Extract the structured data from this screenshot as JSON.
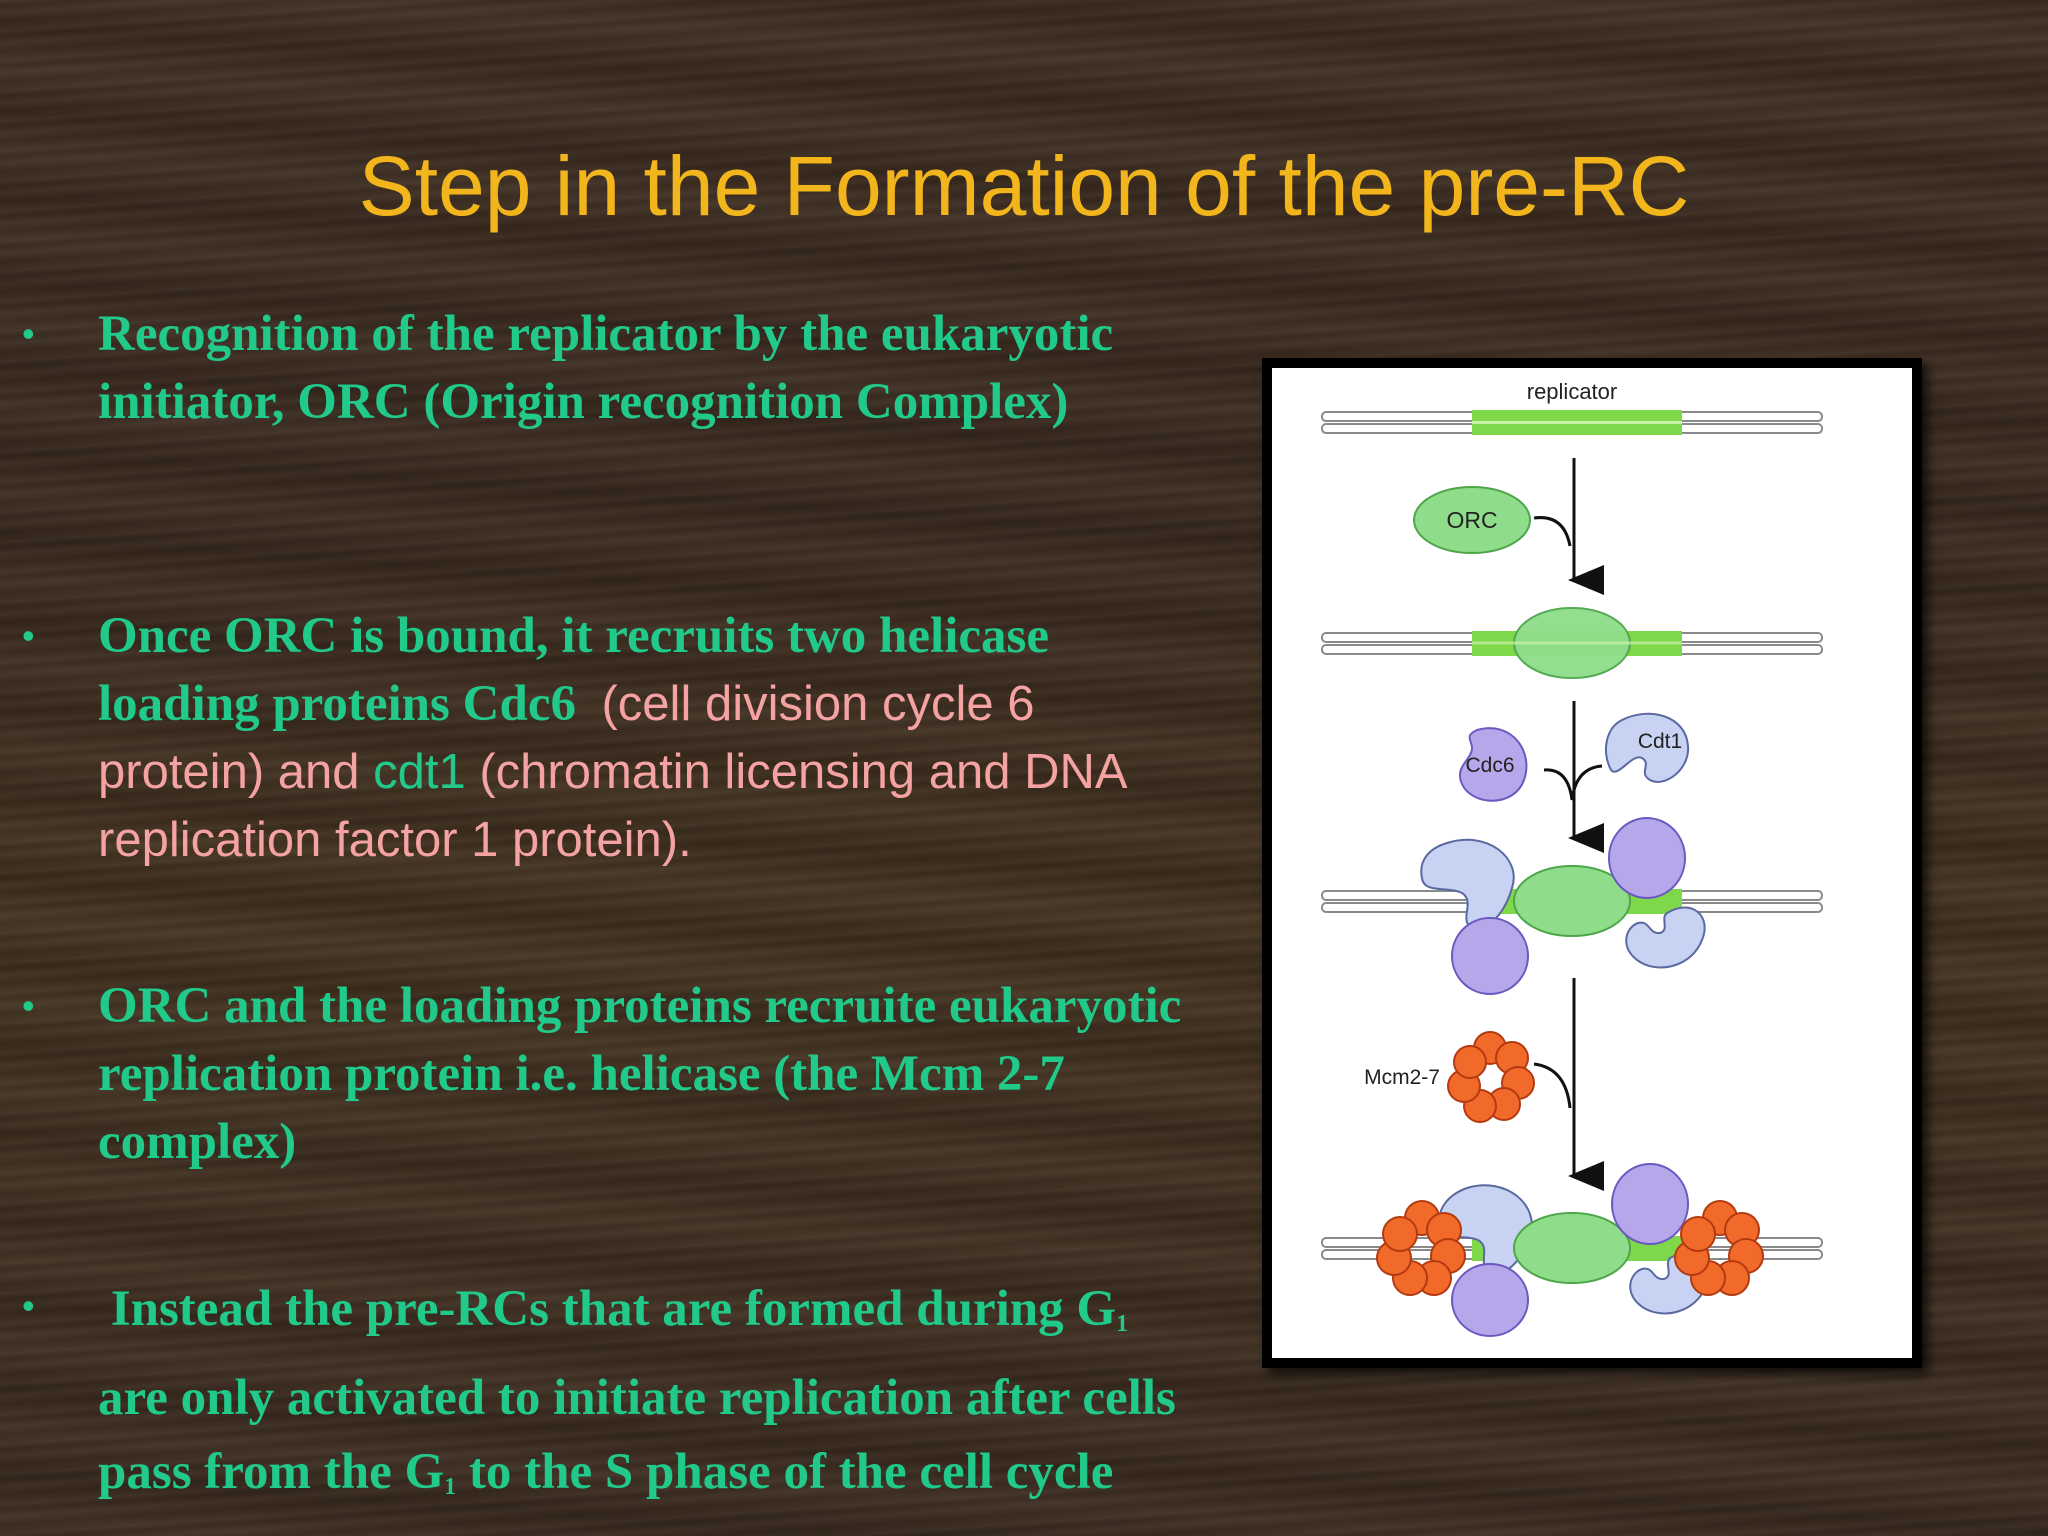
{
  "slide": {
    "title": "Step in the Formation of the pre-RC",
    "bullet_symbol": "•",
    "bullets": [
      {
        "text": "Recognition of the replicator by the eukaryotic initiator, ORC (Origin recognition Complex)"
      },
      {
        "bold_part": "Once ORC is bound, it recruits two helicase loading proteins Cdc6",
        "pink_part_1": "(cell division cycle 6 protein) and ",
        "green_part": "cdt1",
        "pink_part_2": " (chromatin licensing and DNA replication factor 1 protein)."
      },
      {
        "text": "ORC and the loading proteins recruite eukaryotic replication protein i.e. helicase (the Mcm 2-7 complex)"
      },
      {
        "part_1": "Instead the pre-RCs that are formed during G",
        "sub_1": "1",
        "part_2": " are only activated to initiate replication after cells pass from the G",
        "sub_2": "1",
        "part_3": " to the S phase of the cell cycle"
      }
    ]
  },
  "figure": {
    "labels": {
      "replicator": "replicator",
      "orc": "ORC",
      "cdc6": "Cdc6",
      "cdt1": "Cdt1",
      "mcm": "Mcm2-7"
    },
    "colors": {
      "dna": "#9a9a9a",
      "replicator": "#7fd84a",
      "orc": "#8fdd8a",
      "cdc6": "#b6a6ea",
      "cdt1": "#c8d2f2",
      "mcm": "#f26a2a"
    }
  }
}
